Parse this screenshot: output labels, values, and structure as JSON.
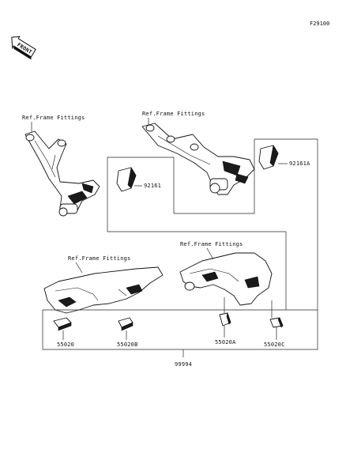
{
  "figure_id": "F29100",
  "front_label": "FRONT",
  "ref_labels": {
    "left_bracket": "Ref.Frame Fittings",
    "right_bracket": "Ref.Frame Fittings",
    "left_footrest_cover": "Ref.Frame Fittings",
    "right_footrest_cover": "Ref.Frame Fittings"
  },
  "part_numbers": {
    "cap_left": "92161",
    "cap_right": "92161A",
    "pad_55020": "55020",
    "pad_55020B": "55020B",
    "pad_55020A": "55020A",
    "pad_55020C": "55020C",
    "kit": "99994"
  }
}
